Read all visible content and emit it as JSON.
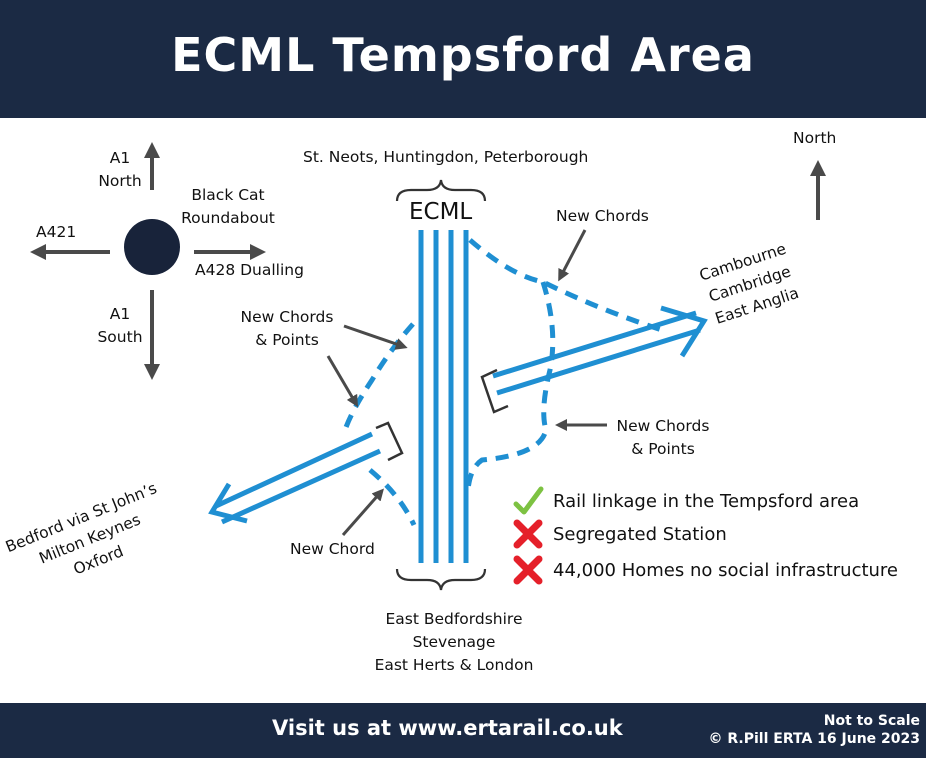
{
  "header": {
    "title": "ECML Tempsford Area"
  },
  "compass": {
    "north_label": "A1\nNorth",
    "south_label": "A1\nSouth",
    "west_label": "A421",
    "east_label": "A428 Dualling",
    "roundabout_label": "Black Cat\nRoundabout",
    "north_indicator": "North"
  },
  "ecml": {
    "label": "ECML",
    "north_destinations": "St. Neots, Huntingdon, Peterborough",
    "south_destinations": "East Bedfordshire\nStevenage\nEast Herts & London"
  },
  "east_west": {
    "east_destinations": "Cambourne\nCambridge\nEast Anglia",
    "west_destinations": "Bedford via St John’s\nMilton Keynes\nOxford"
  },
  "annotations": {
    "new_chords_points_west": "New Chords\n& Points",
    "new_chords_ne": "New Chords",
    "new_chords_points_east": "New Chords\n& Points",
    "new_chord_sw": "New Chord"
  },
  "legend": [
    {
      "icon": "check-icon",
      "status": "positive",
      "text": "Rail linkage in the Tempsford area"
    },
    {
      "icon": "cross-icon",
      "status": "negative",
      "text": "Segregated Station"
    },
    {
      "icon": "cross-icon",
      "status": "negative",
      "text": "44,000 Homes no social infrastructure"
    }
  ],
  "footer": {
    "visit": "Visit us at www.ertarail.co.uk",
    "scale_note": "Not to Scale",
    "credit": "© R.Pill ERTA 16 June 2023"
  },
  "colors": {
    "banner": "#1b2a44",
    "rail": "#1f8fd2",
    "arrow": "#4a4a4a",
    "roundabout": "#18233a",
    "check": "#7dc242",
    "cross": "#e5202a"
  }
}
